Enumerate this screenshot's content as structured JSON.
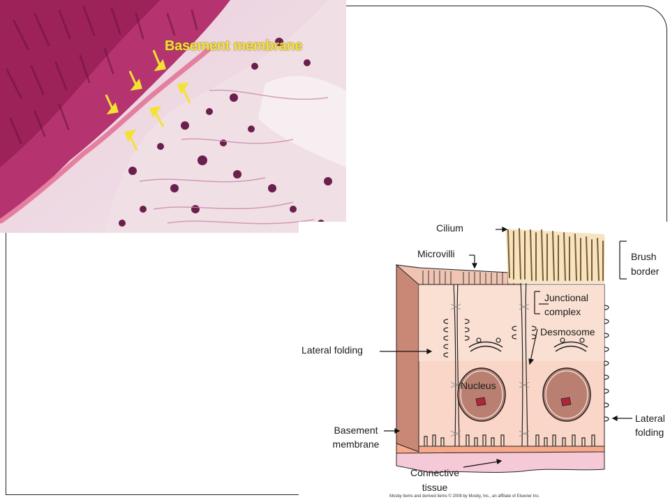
{
  "micrograph": {
    "label": "Basement membrane"
  },
  "diagram": {
    "labels": {
      "cilium": "Cilium",
      "microvilli": "Microvilli",
      "brush_border_1": "Brush",
      "brush_border_2": "border",
      "junctional_complex_1": "Junctional",
      "junctional_complex_2": "complex",
      "desmosome": "Desmosome",
      "lateral_folding_left": "Lateral folding",
      "nucleus": "Nucleus",
      "lateral_folding_right_1": "Lateral",
      "lateral_folding_right_2": "folding",
      "basement_membrane_1": "Basement",
      "basement_membrane_2": "membrane",
      "connective_tissue_1": "Connective",
      "connective_tissue_2": "tissue"
    },
    "copyright": "Mosby items and derived items © 2008 by Mosby, Inc., an affiliate of Elsevier Inc."
  }
}
